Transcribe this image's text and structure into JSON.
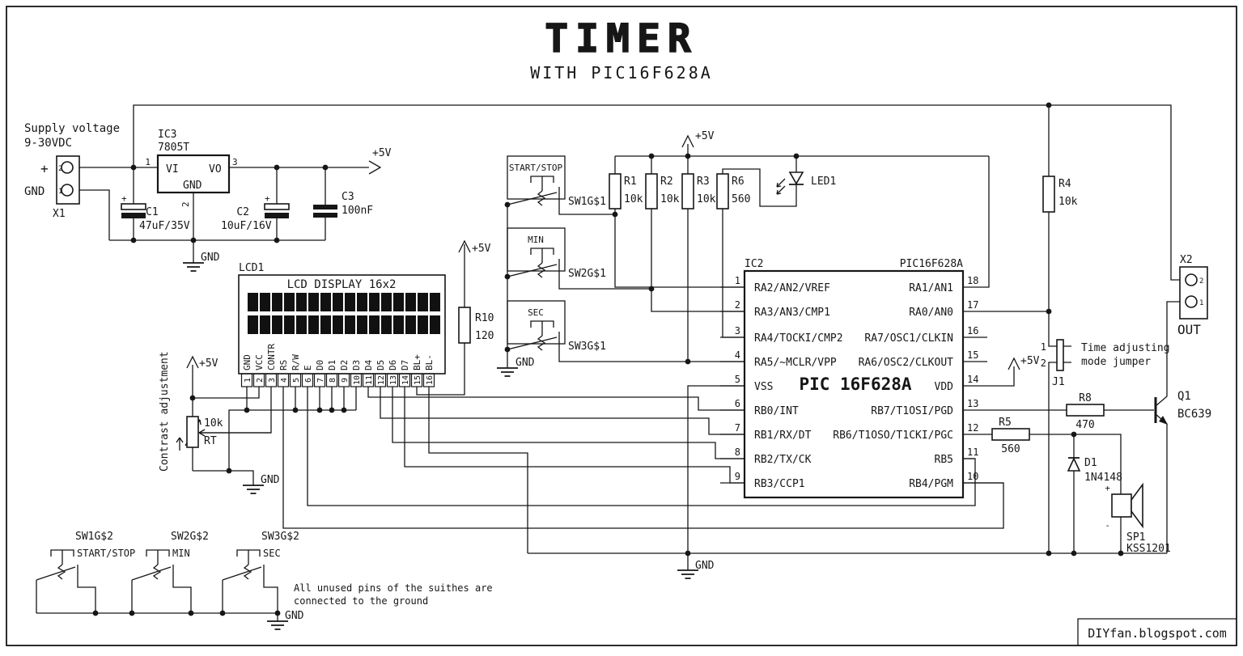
{
  "title": {
    "main": "TIMER",
    "subtitle": "WITH PIC16F628A"
  },
  "credit": "DIYfan.blogspot.com",
  "power": {
    "p5v": "+5V",
    "gnd": "GND",
    "plus": "+",
    "minus": "-"
  },
  "supply": {
    "line1": "Supply voltage",
    "line2": "9-30VDC",
    "connector": "X1",
    "pin_top": "2",
    "pin_bottom": "1",
    "plus_label": "+",
    "gnd_label": "GND"
  },
  "regulator": {
    "ref": "IC3",
    "part": "7805T",
    "vi": "VI",
    "vo": "VO",
    "gnd": "GND",
    "pin_in": "1",
    "pin_out": "3",
    "pin_gnd": "2"
  },
  "caps": {
    "c1": {
      "ref": "C1",
      "value": "47uF/35V"
    },
    "c2": {
      "ref": "C2",
      "value": "10uF/16V"
    },
    "c3": {
      "ref": "C3",
      "value": "100nF"
    }
  },
  "lcd": {
    "ref": "LCD1",
    "title": "LCD DISPLAY 16x2",
    "pins": [
      {
        "num": "1",
        "name": "GND"
      },
      {
        "num": "2",
        "name": "VCC"
      },
      {
        "num": "3",
        "name": "CONTR"
      },
      {
        "num": "4",
        "name": "RS"
      },
      {
        "num": "5",
        "name": "R/W"
      },
      {
        "num": "6",
        "name": "E"
      },
      {
        "num": "7",
        "name": "D0"
      },
      {
        "num": "8",
        "name": "D1"
      },
      {
        "num": "9",
        "name": "D2"
      },
      {
        "num": "10",
        "name": "D3"
      },
      {
        "num": "11",
        "name": "D4"
      },
      {
        "num": "12",
        "name": "D5"
      },
      {
        "num": "13",
        "name": "D6"
      },
      {
        "num": "14",
        "name": "D7"
      },
      {
        "num": "15",
        "name": "BL+"
      },
      {
        "num": "16",
        "name": "BL-"
      }
    ]
  },
  "contrast": {
    "label": "Contrast adjustment",
    "pot_value": "10k",
    "pot_ref": "RT"
  },
  "r10": {
    "ref": "R10",
    "value": "120"
  },
  "switches_g1": [
    {
      "name": "SW1G$1",
      "caption": "START/STOP"
    },
    {
      "name": "SW2G$1",
      "caption": "MIN"
    },
    {
      "name": "SW3G$1",
      "caption": "SEC"
    }
  ],
  "resistors": {
    "r1": {
      "ref": "R1",
      "value": "10k"
    },
    "r2": {
      "ref": "R2",
      "value": "10k"
    },
    "r3": {
      "ref": "R3",
      "value": "10k"
    },
    "r6": {
      "ref": "R6",
      "value": "560"
    },
    "r4": {
      "ref": "R4",
      "value": "10k"
    },
    "r8": {
      "ref": "R8",
      "value": "470"
    },
    "r5": {
      "ref": "R5",
      "value": "560"
    }
  },
  "led": {
    "ref": "LED1"
  },
  "ic2": {
    "ref": "IC2",
    "part": "PIC16F628A",
    "center": "PIC 16F628A",
    "left_pins": [
      {
        "num": "1",
        "label": "RA2/AN2/VREF"
      },
      {
        "num": "2",
        "label": "RA3/AN3/CMP1"
      },
      {
        "num": "3",
        "label": "RA4/TOCKI/CMP2"
      },
      {
        "num": "4",
        "label": "RA5/~MCLR/VPP"
      },
      {
        "num": "5",
        "label": "VSS"
      },
      {
        "num": "6",
        "label": "RB0/INT"
      },
      {
        "num": "7",
        "label": "RB1/RX/DT"
      },
      {
        "num": "8",
        "label": "RB2/TX/CK"
      },
      {
        "num": "9",
        "label": "RB3/CCP1"
      }
    ],
    "right_pins": [
      {
        "num": "18",
        "label": "RA1/AN1"
      },
      {
        "num": "17",
        "label": "RA0/AN0"
      },
      {
        "num": "16",
        "label": "RA7/OSC1/CLKIN"
      },
      {
        "num": "15",
        "label": "RA6/OSC2/CLKOUT"
      },
      {
        "num": "14",
        "label": "VDD"
      },
      {
        "num": "13",
        "label": "RB7/T1OSI/PGD"
      },
      {
        "num": "12",
        "label": "RB6/T1OSO/T1CKI/PGC"
      },
      {
        "num": "11",
        "label": "RB5"
      },
      {
        "num": "10",
        "label": "RB4/PGM"
      }
    ]
  },
  "out": {
    "ref": "X2",
    "label": "OUT",
    "pin_top": "2",
    "pin_bottom": "1"
  },
  "jumper": {
    "ref": "J1",
    "pin1": "1",
    "pin2": "2",
    "caption1": "Time adjusting",
    "caption2": "mode jumper"
  },
  "transistor": {
    "ref": "Q1",
    "part": "BC639"
  },
  "diode": {
    "ref": "D1",
    "part": "1N4148"
  },
  "speaker": {
    "ref": "SP1",
    "part": "KSS1201"
  },
  "switches_g2": [
    {
      "name": "SW1G$2",
      "caption": "START/STOP"
    },
    {
      "name": "SW2G$2",
      "caption": "MIN"
    },
    {
      "name": "SW3G$2",
      "caption": "SEC"
    }
  ],
  "note": {
    "line1": "All unused pins of the suithes are",
    "line2": "connected to the ground"
  }
}
